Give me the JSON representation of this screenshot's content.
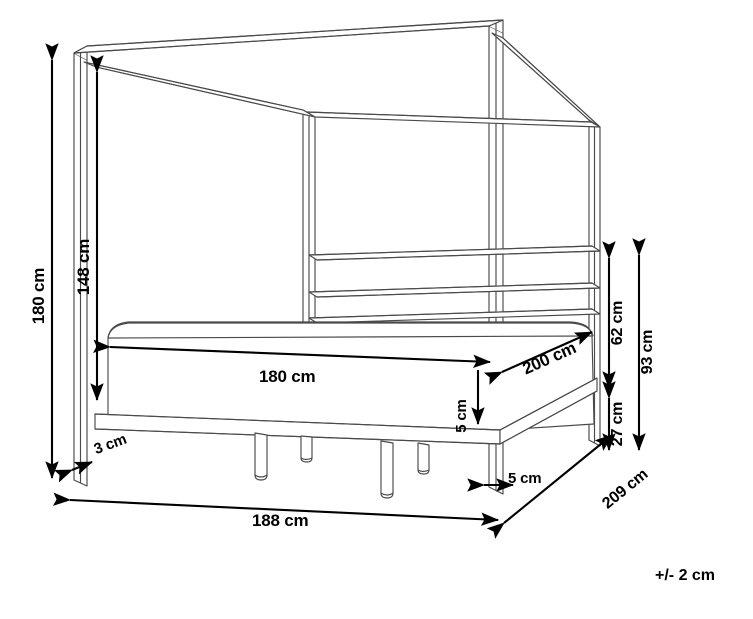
{
  "drawing": {
    "title": "Canopy bed dimension drawing",
    "product": "four-poster-canopy-bed",
    "unit": "cm",
    "line_color": "#1a1a1a",
    "frame_color": "#3c3c3c",
    "background_color": "#ffffff",
    "tolerance_note": "+/- 2 cm"
  },
  "dimensions": {
    "total_height": "180 cm",
    "canopy_inner_height": "148 cm",
    "mattress_width": "180 cm",
    "mattress_length": "200 cm",
    "headboard_upper": "62 cm",
    "headboard_total": "93 cm",
    "base_to_slat": "27 cm",
    "slat_thickness": "5 cm",
    "post_width_side": "5 cm",
    "post_width_front": "3 cm",
    "total_width": "188 cm",
    "total_depth": "209 cm"
  },
  "chart_data": {
    "type": "diagram",
    "title": "Canopy bed dimension drawing",
    "unit": "cm",
    "measurements": [
      {
        "label": "180 cm",
        "value": 180,
        "name": "total-height",
        "orientation": "vertical",
        "position": "far-left"
      },
      {
        "label": "148 cm",
        "value": 148,
        "name": "canopy-inner-height",
        "orientation": "vertical",
        "position": "inner-left"
      },
      {
        "label": "180 cm",
        "value": 180,
        "name": "mattress-width",
        "orientation": "horizontal",
        "position": "mattress-front"
      },
      {
        "label": "200 cm",
        "value": 200,
        "name": "mattress-length",
        "orientation": "diagonal",
        "position": "mattress-right"
      },
      {
        "label": "62 cm",
        "value": 62,
        "name": "headboard-upper-section",
        "orientation": "vertical",
        "position": "right-inner"
      },
      {
        "label": "93 cm",
        "value": 93,
        "name": "headboard-total-height",
        "orientation": "vertical",
        "position": "right-outer"
      },
      {
        "label": "27 cm",
        "value": 27,
        "name": "base-clearance",
        "orientation": "vertical",
        "position": "right-lower"
      },
      {
        "label": "5 cm",
        "value": 5,
        "name": "base-frame-thickness",
        "orientation": "vertical",
        "position": "mattress-edge"
      },
      {
        "label": "5 cm",
        "value": 5,
        "name": "post-width-side",
        "orientation": "horizontal",
        "position": "bottom-right-post"
      },
      {
        "label": "3 cm",
        "value": 3,
        "name": "post-width-front",
        "orientation": "horizontal",
        "position": "bottom-left-post"
      },
      {
        "label": "188 cm",
        "value": 188,
        "name": "overall-width",
        "orientation": "horizontal",
        "position": "bottom"
      },
      {
        "label": "209 cm",
        "value": 209,
        "name": "overall-depth",
        "orientation": "diagonal",
        "position": "bottom-right"
      }
    ],
    "annotations": [
      {
        "label": "+/- 2 cm",
        "name": "tolerance-note",
        "position": "bottom-right-corner"
      }
    ]
  }
}
